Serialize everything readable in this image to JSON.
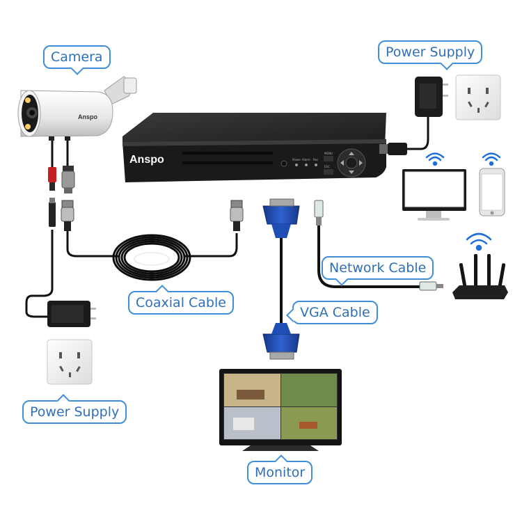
{
  "labels": {
    "camera": "Camera",
    "power_supply_top": "Power Supply",
    "coaxial_cable": "Coaxial Cable",
    "network_cable": "Network Cable",
    "vga_cable": "VGA Cable",
    "power_supply_bottom": "Power Supply",
    "monitor": "Monitor"
  },
  "brand": {
    "dvr": "Anspo",
    "camera": "Anspo"
  },
  "dvr_panel": {
    "power": "Power",
    "alarm": "Alarm",
    "rec": "Rec",
    "menu": "MENU",
    "esc": "ESC"
  },
  "colors": {
    "label_border": "#3f8fd8",
    "label_text": "#2f6fb8",
    "vga_blue": "#1f4fb5",
    "cable_black": "#111111",
    "dvr_body": "#222222",
    "wifi_blue": "#1e6fd9"
  },
  "icons": [
    "wifi-icon",
    "camera-icon",
    "dvr-icon",
    "power-adapter-icon",
    "wall-socket-icon",
    "laptop-icon",
    "phone-icon",
    "router-icon",
    "monitor-icon",
    "vga-connector-icon",
    "rj45-connector-icon",
    "bnc-connector-icon",
    "coil-icon"
  ]
}
